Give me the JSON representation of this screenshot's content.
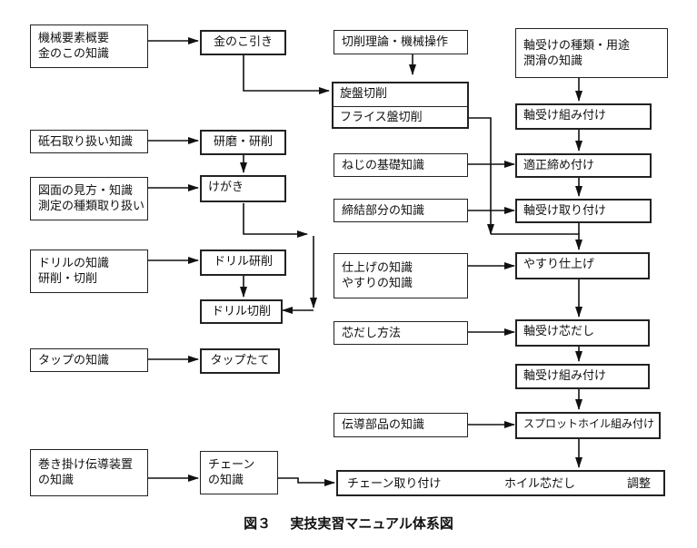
{
  "boxes": {
    "b_kikai": [
      "機械要素概要",
      "金のこの知識"
    ],
    "b_kanokobiki": "金のこ引き",
    "b_seppaku": "切削理論・機械操作",
    "b_jikuuke_shurui": [
      "軸受けの種類・用途",
      "潤滑の知識"
    ],
    "b_senban": "旋盤切削",
    "b_fraise": "フライス盤切削",
    "b_jikuuke_kumitsuke1": "軸受け組み付け",
    "b_toishi": "砥石取り扱い知識",
    "b_kenma": "研磨・研削",
    "b_neji": "ねじの基礎知識",
    "b_tekisei": "適正締め付け",
    "b_zumen": [
      "図面の見方・知識",
      "測定の種類取り扱い"
    ],
    "b_kegaki": "けがき",
    "b_teiketsu": "締結部分の知識",
    "b_jikuuke_toritsuke": "軸受け取り付け",
    "b_drill_chishiki": [
      "ドリルの知識",
      "研削・切削"
    ],
    "b_drill_kenma": "ドリル研削",
    "b_shiage": [
      "仕上げの知識",
      "やすりの知識"
    ],
    "b_yasuri": "やすり仕上げ",
    "b_drill_seppaku": "ドリル切削",
    "b_shindashi": "芯だし方法",
    "b_jikuuke_shindashi": "軸受け芯だし",
    "b_tap_chishiki": "タップの知識",
    "b_tap_tate": "タップたて",
    "b_jikuuke_kumitsuke2": "軸受け組み付け",
    "b_dendou": "伝導部品の知識",
    "b_sprocket": "スプロットホイル組み付け",
    "b_makikake": [
      "巻き掛け伝導装置",
      "の知識"
    ],
    "b_chain": [
      "チェーン",
      "の知識"
    ],
    "b_final": [
      "チェーン取り付け",
      "ホイル芯だし",
      "調整"
    ]
  },
  "caption": {
    "number": "図３",
    "title": "実技実習マニュアル体系図"
  }
}
